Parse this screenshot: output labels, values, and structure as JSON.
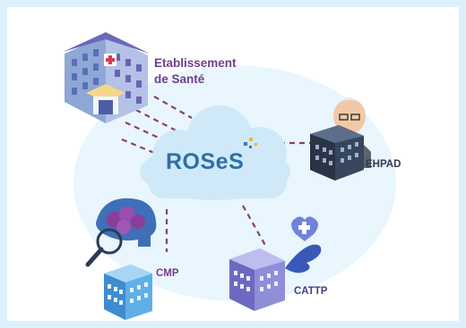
{
  "platform": {
    "name": "ROSeS"
  },
  "nodes": [
    {
      "id": "etablissement",
      "label_line1": "Etablissement",
      "label_line2": "de Santé"
    },
    {
      "id": "ehpad",
      "label": "EHPAD"
    },
    {
      "id": "cmp",
      "label": "CMP"
    },
    {
      "id": "cattp",
      "label": "CATTP"
    }
  ],
  "colors": {
    "background_blob": "#e9f6fd",
    "cloud": "#cfe9f8",
    "connector": "#8a3f73",
    "label_purple": "#6f3e8c",
    "label_dark": "#323a4d",
    "building_blue": "#6fb7e8",
    "building_purple": "#7b79c9"
  },
  "icons": [
    "hospital-building-icon",
    "cloud-icon",
    "elderly-man-icon",
    "office-building-icon",
    "brain-magnifier-icon",
    "care-hand-heart-icon"
  ]
}
